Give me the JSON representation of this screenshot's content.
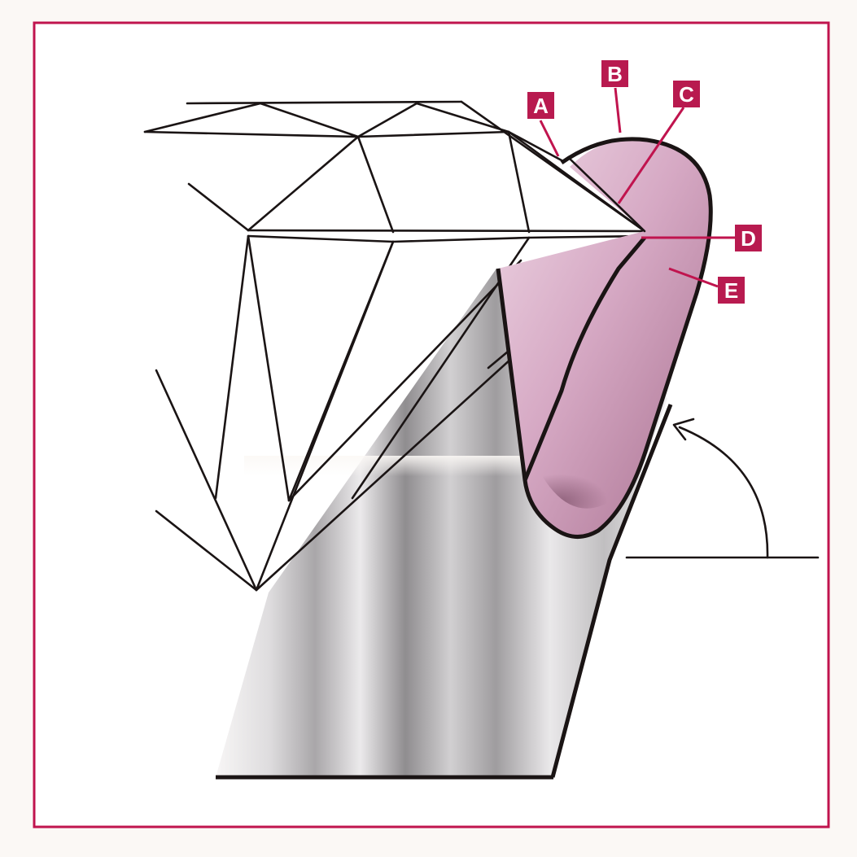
{
  "colors": {
    "frame": "#c0144e",
    "callout_box": "#b81a4f",
    "prong_fill": "#d9aec9",
    "line": "#1a1414"
  },
  "callouts": [
    {
      "id": "A",
      "label": "A"
    },
    {
      "id": "B",
      "label": "B"
    },
    {
      "id": "C",
      "label": "C"
    },
    {
      "id": "D",
      "label": "D"
    },
    {
      "id": "E",
      "label": "E"
    }
  ],
  "angle_marker": {
    "icon": "curved-arrow-icon"
  }
}
